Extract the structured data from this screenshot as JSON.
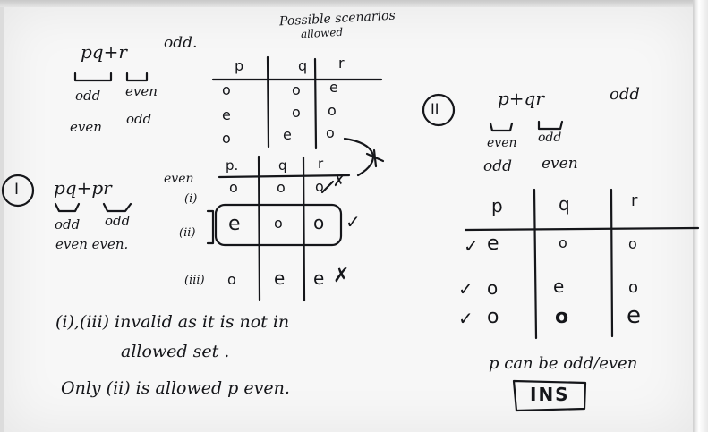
{
  "top_left": {
    "expr": "pq+r",
    "expr_parity": "odd.",
    "brace_first": "odd",
    "brace_second": "even",
    "alt_first": "even",
    "alt_second": "odd"
  },
  "allowed_table": {
    "title_line1": "Possible scenarios",
    "title_line2": "allowed",
    "headers": [
      "p",
      "q",
      "r"
    ],
    "rows": [
      [
        "o",
        "o",
        "e"
      ],
      [
        "e",
        "o",
        "o"
      ],
      [
        "o",
        "e",
        "o"
      ]
    ]
  },
  "case_one": {
    "marker": "I",
    "expr": "pq+pr",
    "parity": "even",
    "brace_first": "odd",
    "brace_second": "odd",
    "alt_line": "even even.",
    "headers": [
      "p.",
      "q",
      "r"
    ],
    "row_labels": [
      "(i)",
      "(ii)",
      "(iii)"
    ],
    "rows": [
      [
        "o",
        "o",
        "o"
      ],
      [
        "e",
        "o",
        "o"
      ],
      [
        "o",
        "e",
        "e"
      ]
    ],
    "verdicts": [
      "✗",
      "✓",
      "✗"
    ]
  },
  "conclusions": {
    "line1": "(i),(iii) invalid as it is not in",
    "line2": "allowed set .",
    "line3": "Only (ii) is allowed p even."
  },
  "case_two": {
    "marker": "II",
    "expr": "p+qr",
    "parity": "odd",
    "brace_first": "even",
    "brace_second": "odd",
    "alt_first": "odd",
    "alt_second": "even",
    "headers": [
      "p",
      "q",
      "r"
    ],
    "rows": [
      [
        "e",
        "o",
        "o"
      ],
      [
        "o",
        "e",
        "o"
      ],
      [
        "o",
        "o",
        "e"
      ]
    ],
    "checks": [
      "✓",
      "✓",
      "✓"
    ],
    "result": "p can be odd/even",
    "answer": "INS"
  }
}
